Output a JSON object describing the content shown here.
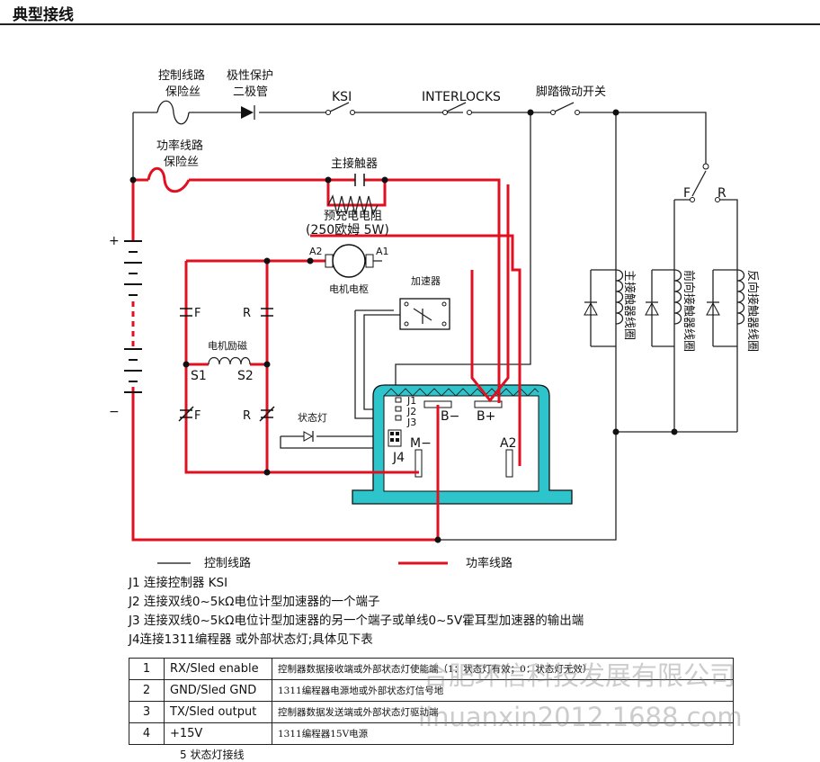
{
  "title": "典型接线",
  "labels": {
    "ctrl_fuse": [
      "控制线路",
      "保险丝"
    ],
    "polarity_diode": [
      "极性保护",
      "二极管"
    ],
    "ksi": "KSI",
    "interlocks": "INTERLOCKS",
    "pedal_switch": "脚踏微动开关",
    "power_fuse": [
      "功率线路",
      "保险丝"
    ],
    "main_contactor": "主接触器",
    "precharge": [
      "预充电电阻",
      "(250欧姆 5W)"
    ],
    "a2": "A2",
    "a1": "A1",
    "armature": "电机电枢",
    "accelerator": "加速器",
    "field": "电机励磁",
    "s1": "S1",
    "s2": "S2",
    "f": "F",
    "r": "R",
    "status_led": "状态灯",
    "j1": "J1",
    "j2": "J2",
    "j3": "J3",
    "j4": "J4",
    "b_minus": "B−",
    "b_plus": "B+",
    "m_minus": "M−",
    "ctrl_a2": "A2",
    "plus": "+",
    "minus": "−",
    "main_coil": "主接触器线圈",
    "fwd_coil": "前向接触器线圈",
    "rev_coil": "反向接触器线圈",
    "sw_f": "F",
    "sw_r": "R"
  },
  "legend": {
    "control": "控制线路",
    "power": "功率线路"
  },
  "colors": {
    "power_line": "#e01020",
    "controller_body": "#2ec4cc"
  },
  "notes": [
    "J1 连接控制器 KSI",
    "J2 连接双线0~5kΩ电位计型加速器的一个端子",
    "J3 连接双线0~5kΩ电位计型加速器的另一个端子或单线0~5V霍耳型加速器的输出端",
    "J4连接1311编程器 或外部状态灯;具体见下表"
  ],
  "pin_table": [
    {
      "no": "1",
      "signal": "RX/Sled enable",
      "desc": "控制器数据接收端或外部状态灯使能端（1：状态灯有效；0：状态灯无效）"
    },
    {
      "no": "2",
      "signal": "GND/Sled GND",
      "desc": "1311编程器电源地或外部状态灯信号地"
    },
    {
      "no": "3",
      "signal": "TX/Sled output",
      "desc": "控制器数据发送端或外部状态灯驱动端"
    },
    {
      "no": "4",
      "signal": "+15V",
      "desc": "1311编程器15V电源"
    }
  ],
  "watermark": {
    "line1": "合肥环信科技发展有限公司",
    "line2": "linuanxin2012.1688.com"
  },
  "bottom_text": "5 状态灯接线"
}
